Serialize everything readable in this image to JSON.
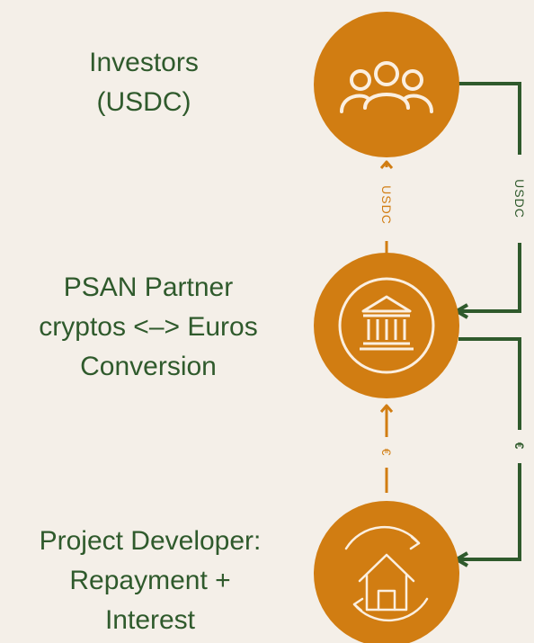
{
  "nodes": {
    "investors": {
      "label": "Investors\n(USDC)",
      "icon": "people-icon"
    },
    "psan": {
      "label": "PSAN Partner\ncryptos <–> Euros\nConversion",
      "icon": "bank-icon"
    },
    "developer": {
      "label": "Project Developer:\nRepayment +\nInterest",
      "icon": "house-refresh-icon"
    }
  },
  "edges": {
    "psan_to_investors": "USDC",
    "investors_to_psan": "USDC",
    "developer_to_psan": "€",
    "psan_to_developer": "€"
  },
  "colors": {
    "background": "#f4efe8",
    "circle": "#d17d12",
    "orange_line": "#d17d12",
    "green_line": "#2f5a2c",
    "text": "#2f5a2c",
    "icon": "#fbefe0"
  }
}
